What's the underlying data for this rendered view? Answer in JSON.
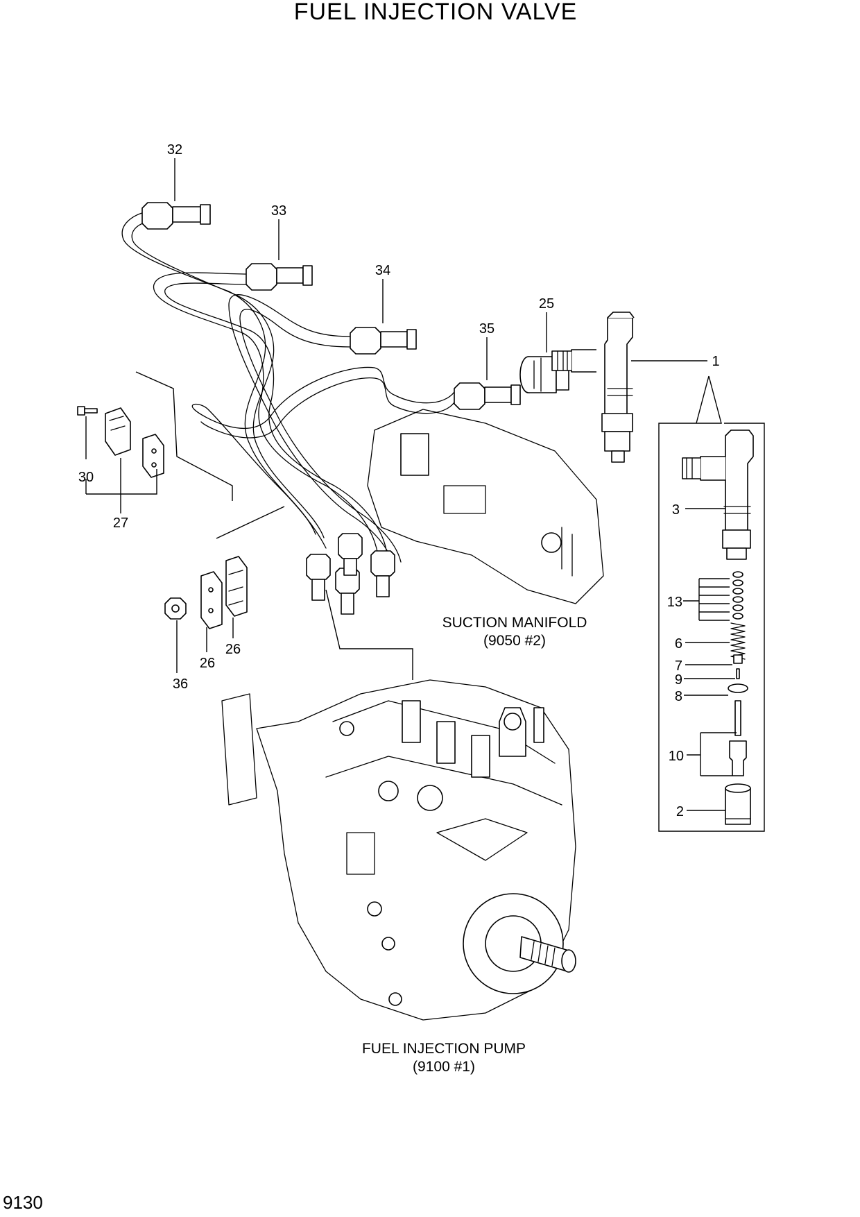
{
  "title": "FUEL INJECTION VALVE",
  "page_number": "9130",
  "references": {
    "suction_manifold": {
      "name": "SUCTION MANIFOLD",
      "ref": "(9050 #2)"
    },
    "fuel_injection_pump": {
      "name": "FUEL INJECTION PUMP",
      "ref": "(9100 #1)"
    }
  },
  "callouts": {
    "c1": "1",
    "c2": "2",
    "c3": "3",
    "c6": "6",
    "c7": "7",
    "c8": "8",
    "c9": "9",
    "c10": "10",
    "c13": "13",
    "c25": "25",
    "c26a": "26",
    "c26b": "26",
    "c27": "27",
    "c30": "30",
    "c32": "32",
    "c33": "33",
    "c34": "34",
    "c35": "35",
    "c36": "36"
  }
}
